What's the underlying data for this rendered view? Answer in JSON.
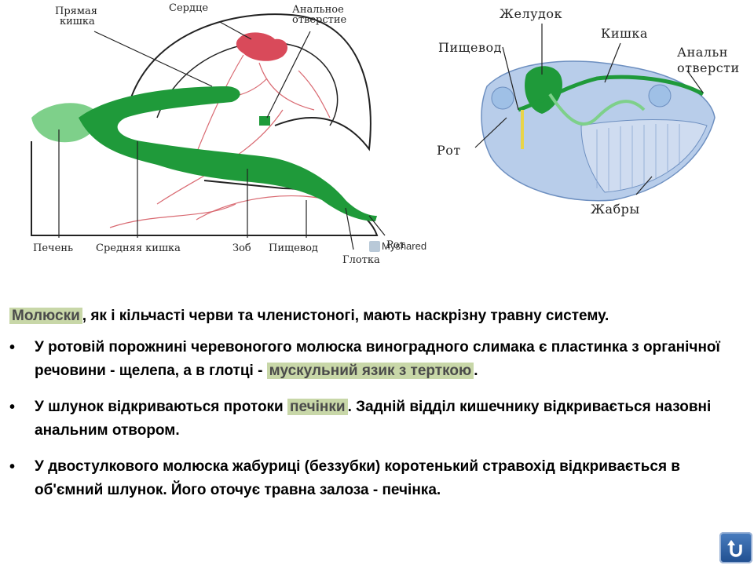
{
  "snail_labels": {
    "rectum": "Прямая\nкишка",
    "heart": "Сердце",
    "anus": "Анальное\nотверстие",
    "liver": "Печень",
    "midgut": "Средняя кишка",
    "crop": "Зоб",
    "esophagus": "Пищевод",
    "pharynx": "Глотка",
    "mouth": "Рот"
  },
  "clam_labels": {
    "stomach": "Желудок",
    "esophagus": "Пищевод",
    "intestine": "Кишка",
    "anus": "Анальн\nотверсти",
    "mouth": "Рот",
    "gills": "Жабры"
  },
  "watermark": "Myshared",
  "text": {
    "intro_term": "Молюски",
    "intro_rest": ", як і кільчасті черви та членистоногі, мають наскрізну травну систему.",
    "b1_pre": "У ротовій порожнині черевоногого молюска виноградного слимака є пластинка з органічної речовини - щелепа, а в глотці - ",
    "b1_term": "мускульний язик з терткою",
    "b1_post": ".",
    "b2_pre": "У шлунок відкриваються протоки ",
    "b2_term": "печінки",
    "b2_post": ". Задній відділ кишечнику відкривається назовні анальним отвором.",
    "b3": "У двостулкового молюска жабуриці (беззубки) коротенький стравохід відкривається в об'ємний шлунок. Його оточує травна залоза - печінка."
  },
  "colors": {
    "gut_green": "#1f9a3a",
    "light_green": "#7ed08a",
    "heart_red": "#d94a5a",
    "clam_blue": "#b8cdea",
    "highlight": "#c8d7a8",
    "nav_blue": "#2a5da3"
  }
}
